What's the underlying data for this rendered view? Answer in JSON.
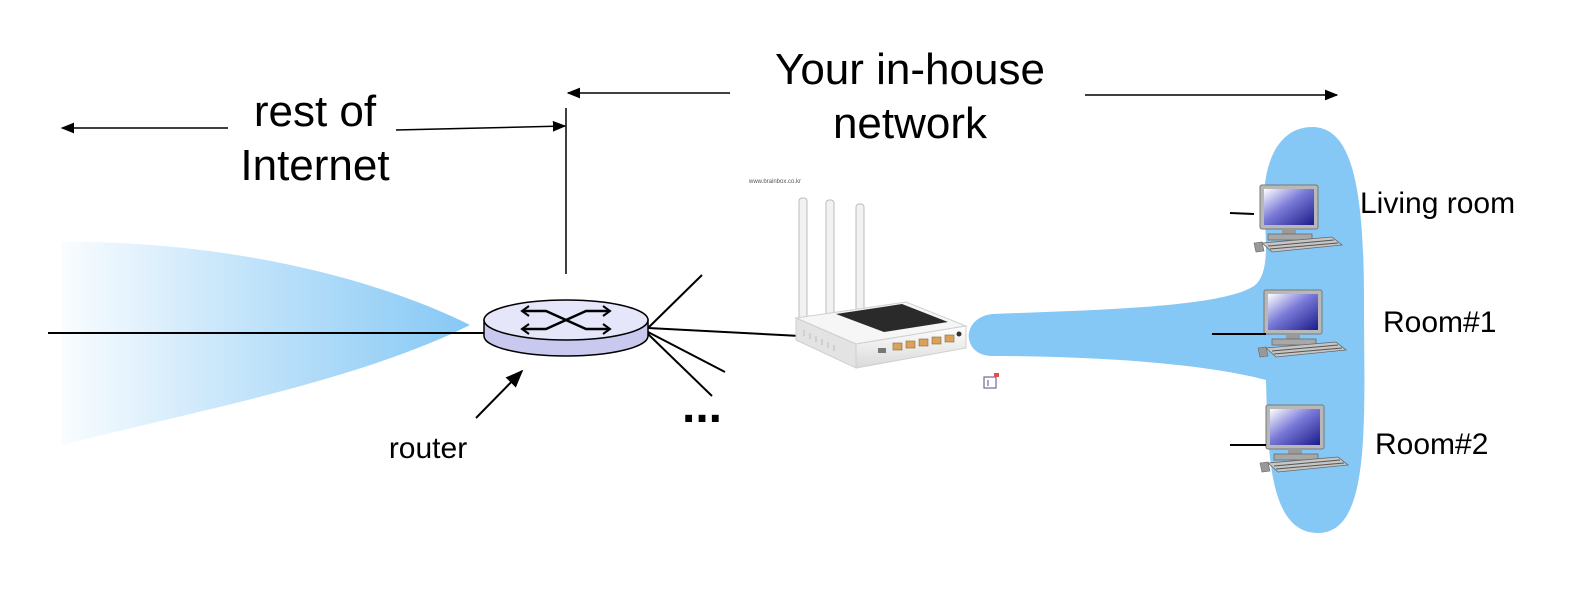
{
  "labels": {
    "rest_of_internet_line1": "rest of",
    "rest_of_internet_line2": "Internet",
    "inhouse_line1": "Your in-house",
    "inhouse_line2": "network",
    "router": "router",
    "more": "...",
    "living_room": "Living room",
    "room1": "Room#1",
    "room2": "Room#2",
    "watermark": "www.brainbox.co.kr"
  },
  "colors": {
    "cloud": "#86c8f5",
    "router_top": "#e6e6fa",
    "router_side": "#c9c9ef"
  },
  "icons": [
    "router-icon",
    "wifi-router-icon",
    "computer-icon"
  ]
}
